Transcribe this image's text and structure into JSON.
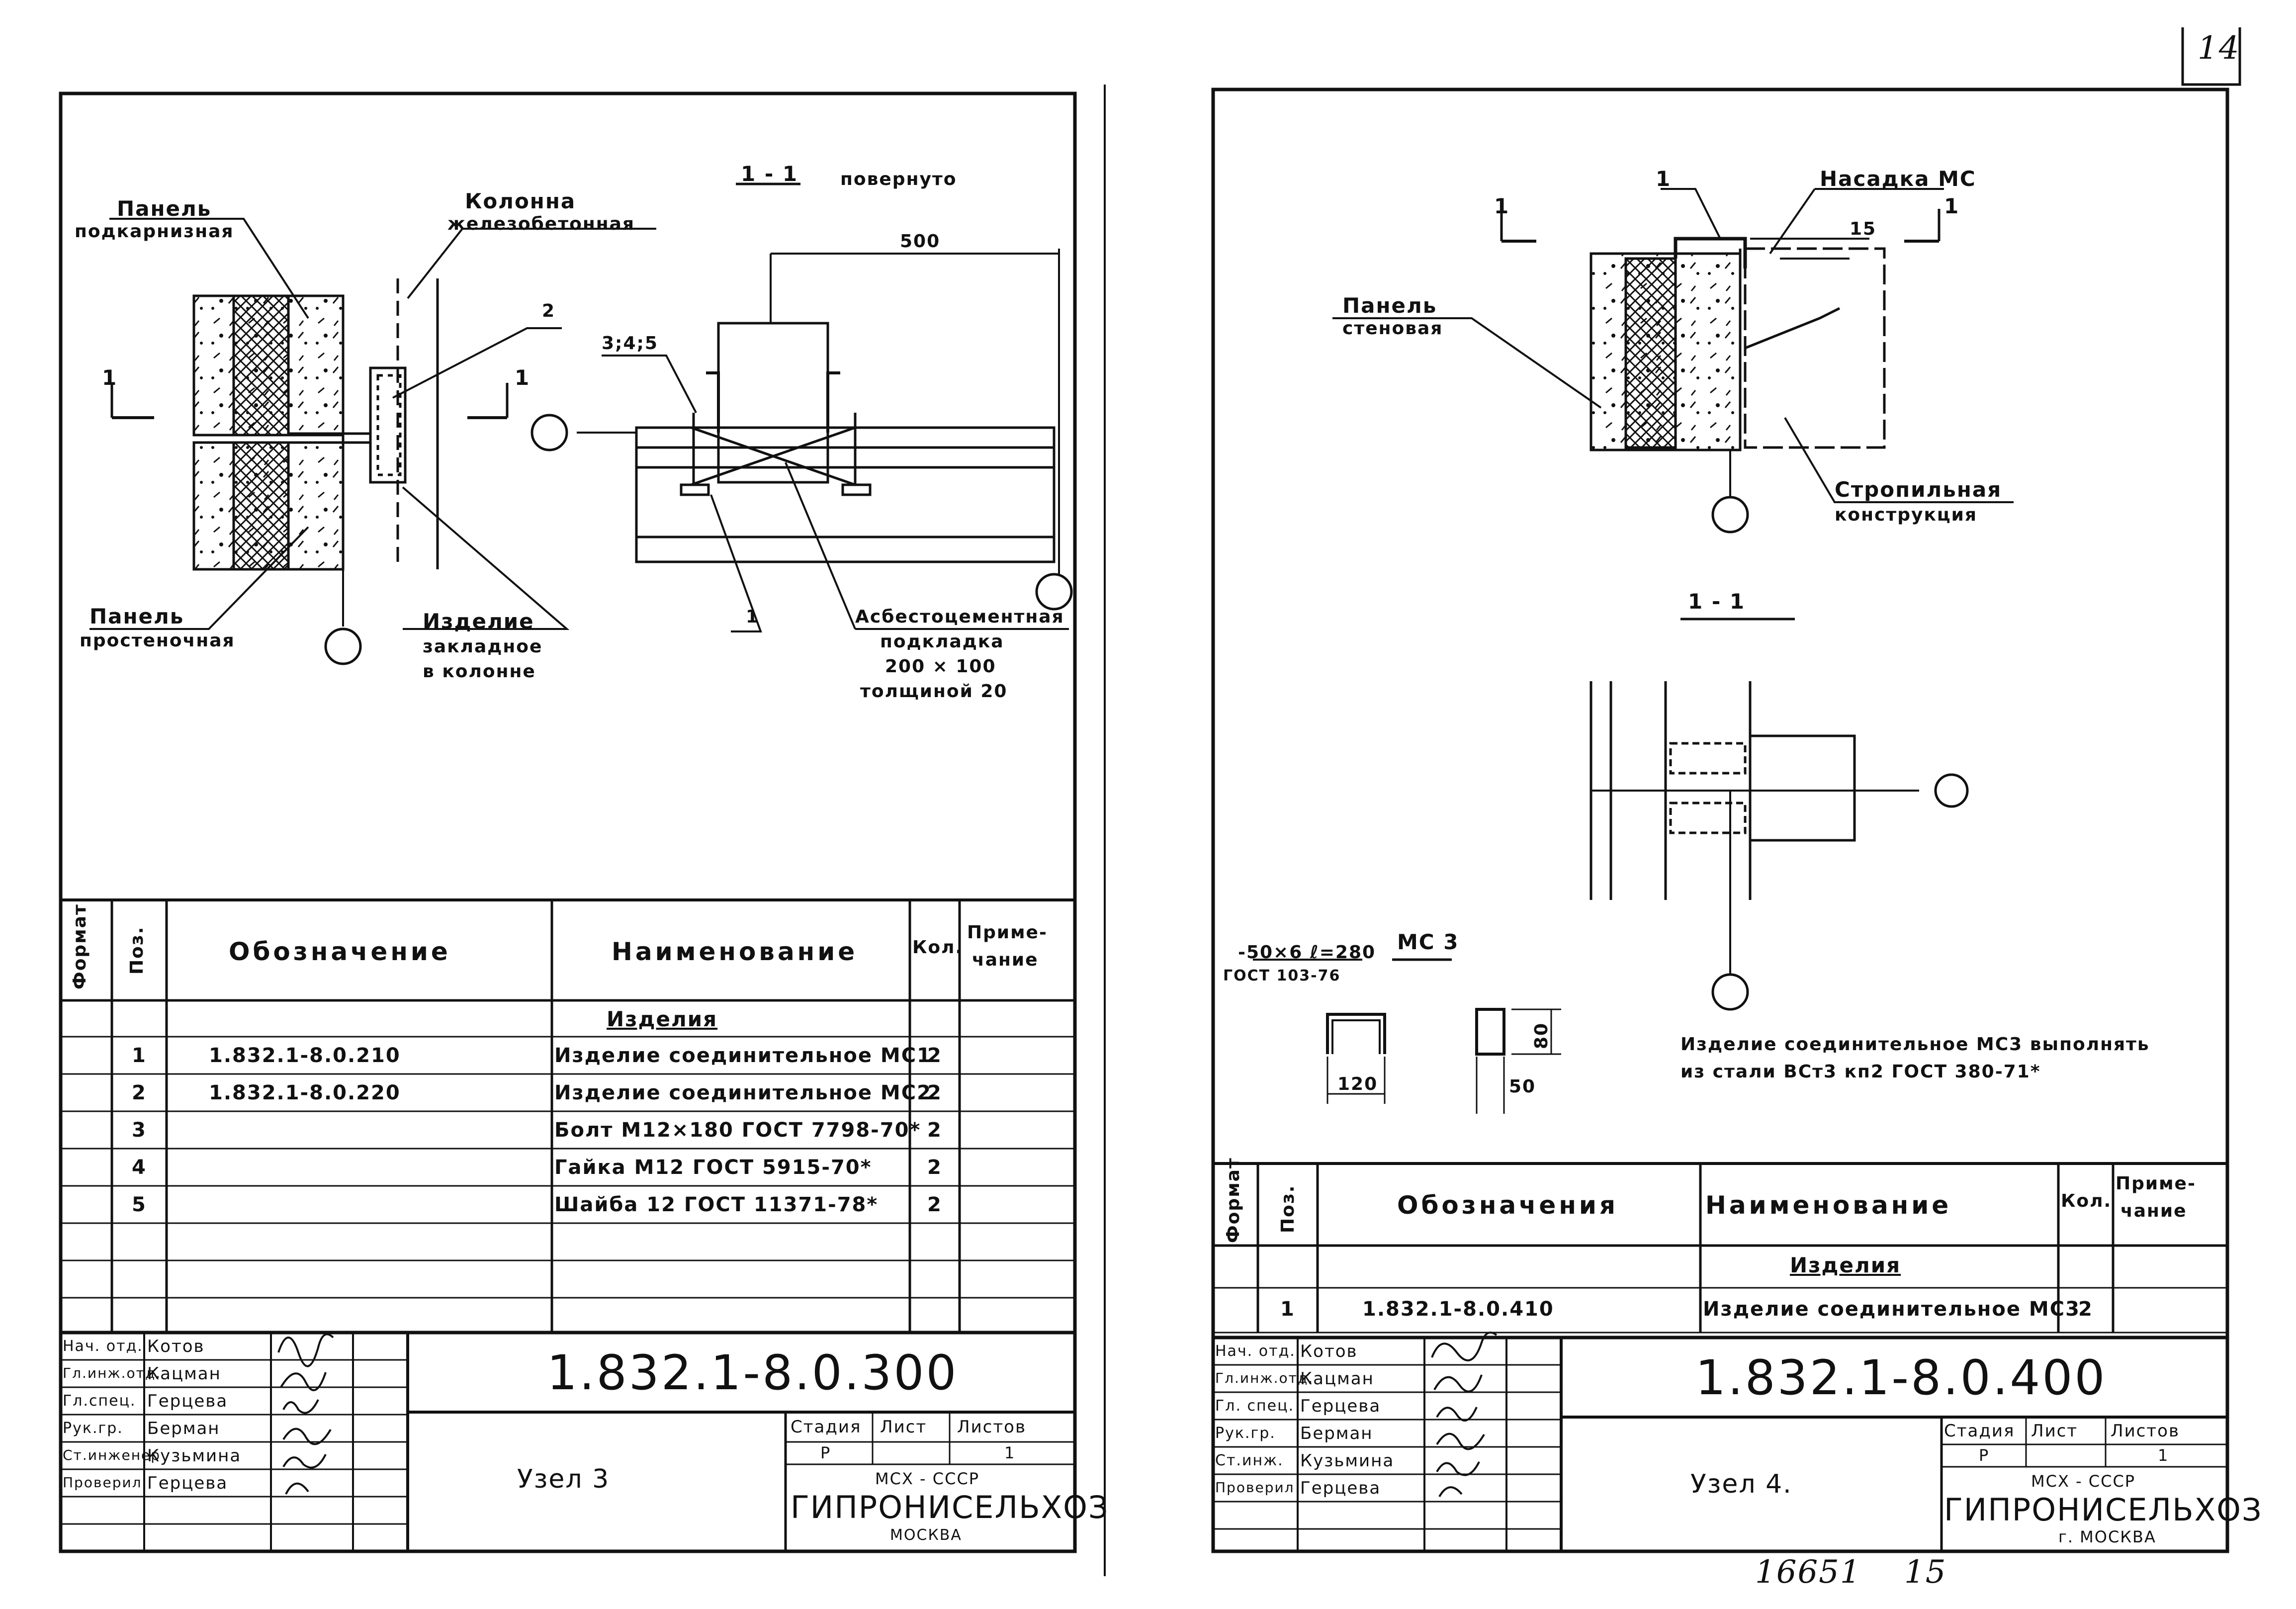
{
  "page_number": "14",
  "archive_number": "16651",
  "archive_sheet": "15",
  "left": {
    "section_title": "1 - 1",
    "section_note": "повернуто",
    "dimension": "500",
    "callout_1": "1",
    "callout_2": "2",
    "callout_345": "3;4;5",
    "section_mark": "1",
    "labels": {
      "panel_top_1": "Панель",
      "panel_top_2": "подкарнизная",
      "column_1": "Колонна",
      "column_2": "железобетонная",
      "panel_bottom_1": "Панель",
      "panel_bottom_2": "простеночная",
      "embed_1": "Изделие",
      "embed_2": "закладное",
      "embed_3": "в колонне",
      "pad_1": "Асбестоцементная",
      "pad_2": "подкладка",
      "pad_3": "200 × 100",
      "pad_4": "толщиной 20"
    },
    "table": {
      "headers": {
        "format": "Формат",
        "pos": "Поз.",
        "designation": "Обозначение",
        "name": "Наименование",
        "qty": "Кол.",
        "note_1": "Приме-",
        "note_2": "чание"
      },
      "group": "Изделия",
      "rows": [
        {
          "pos": "1",
          "designation": "1.832.1-8.0.210",
          "name": "Изделие соединительное МС1",
          "qty": "2"
        },
        {
          "pos": "2",
          "designation": "1.832.1-8.0.220",
          "name": "Изделие соединительное МС2",
          "qty": "2"
        },
        {
          "pos": "3",
          "designation": "",
          "name": "Болт М12×180  ГОСТ 7798-70*",
          "qty": "2"
        },
        {
          "pos": "4",
          "designation": "",
          "name": "Гайка М12    ГОСТ 5915-70*",
          "qty": "2"
        },
        {
          "pos": "5",
          "designation": "",
          "name": "Шайба 12    ГОСТ 11371-78*",
          "qty": "2"
        }
      ]
    },
    "stamp": {
      "roles": [
        "Нач. отд.",
        "Гл.инж.отд.",
        "Гл.спец.",
        "Рук.гр.",
        "Ст.инженер",
        "Проверил"
      ],
      "names": [
        "Котов",
        "Кацман",
        "Герцева",
        "Берман",
        "Кузьмина",
        "Герцева"
      ],
      "code": "1.832.1-8.0.300",
      "title": "Узел 3",
      "stage_label": "Стадия",
      "sheet_label": "Лист",
      "sheets_label": "Листов",
      "stage": "Р",
      "sheets": "1",
      "ministry": "МСХ - СССР",
      "org": "ГИПРОНИСЕЛЬХОЗ",
      "city": "МОСКВА"
    }
  },
  "right": {
    "section_title": "1 - 1",
    "section_mark": "1",
    "callout_1": "1",
    "dim_15": "15",
    "labels": {
      "nozzle": "Насадка МС",
      "panel_1": "Панель",
      "panel_2": "стеновая",
      "rafter_1": "Стропильная",
      "rafter_2": "конструкция"
    },
    "part": {
      "title": "МС 3",
      "stock": "-50×6  ℓ=280",
      "gost": "ГОСТ 103-76",
      "dim_120": "120",
      "dim_80": "80",
      "dim_50": "50",
      "note_1": "Изделие соединительное МС3 выполнять",
      "note_2": "из стали ВСт3 кп2  ГОСТ 380-71*"
    },
    "table": {
      "headers": {
        "format": "Формат",
        "pos": "Поз.",
        "designation": "Обозначения",
        "name": "Наименование",
        "qty": "Кол.",
        "note_1": "Приме-",
        "note_2": "чание"
      },
      "group": "Изделия",
      "rows": [
        {
          "pos": "1",
          "designation": "1.832.1-8.0.410",
          "name": "Изделие соединительное МС3",
          "qty": "2"
        }
      ]
    },
    "stamp": {
      "roles": [
        "Нач. отд.",
        "Гл.инж.отд.",
        "Гл. спец.",
        "Рук.гр.",
        "Ст.инж.",
        "Проверил"
      ],
      "names": [
        "Котов",
        "Кацман",
        "Герцева",
        "Берман",
        "Кузьмина",
        "Герцева"
      ],
      "code": "1.832.1-8.0.400",
      "title": "Узел 4.",
      "stage_label": "Стадия",
      "sheet_label": "Лист",
      "sheets_label": "Листов",
      "stage": "Р",
      "sheets": "1",
      "ministry": "МСХ - СССР",
      "org": "ГИПРОНИСЕЛЬХОЗ",
      "city": "г. МОСКВА"
    }
  }
}
